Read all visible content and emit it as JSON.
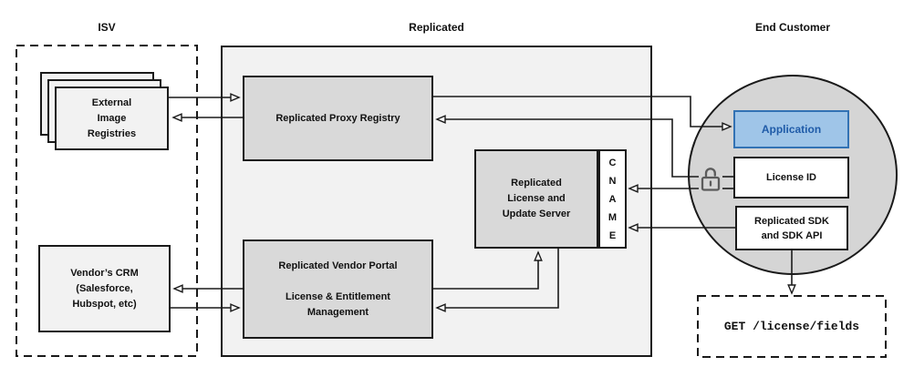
{
  "sections": {
    "isv": {
      "label": "ISV"
    },
    "replicated": {
      "label": "Replicated"
    },
    "end_customer": {
      "label": "End Customer"
    }
  },
  "nodes": {
    "external_image_registries": {
      "label": "External\nImage\nRegistries"
    },
    "vendors_crm": {
      "label": "Vendor’s CRM\n(Salesforce,\nHubspot, etc)"
    },
    "replicated_proxy_registry": {
      "label": "Replicated Proxy Registry"
    },
    "replicated_vendor_portal": {
      "label": "Replicated Vendor Portal\n\nLicense & Entitlement\nManagement"
    },
    "replicated_license_update_server": {
      "label": "Replicated\nLicense and\nUpdate Server"
    },
    "cname": {
      "label": "C\nN\nA\nM\nE"
    },
    "application": {
      "label": "Application"
    },
    "license_id": {
      "label": "License ID"
    },
    "replicated_sdk": {
      "label": "Replicated SDK\nand SDK API"
    },
    "get_endpoint": {
      "label": "GET /license/fields"
    }
  },
  "icons": {
    "unlock_icon": "open-padlock"
  },
  "colors": {
    "accent_blue_fill": "#9fc5e8",
    "accent_blue_border": "#3272b4",
    "accent_blue_text": "#1f5ba8",
    "inner_box_gray": "#d9d9d9",
    "section_bg_gray": "#f2f2f2",
    "circle_gray": "#d5d5d5",
    "line_color": "#1a1a1a"
  }
}
